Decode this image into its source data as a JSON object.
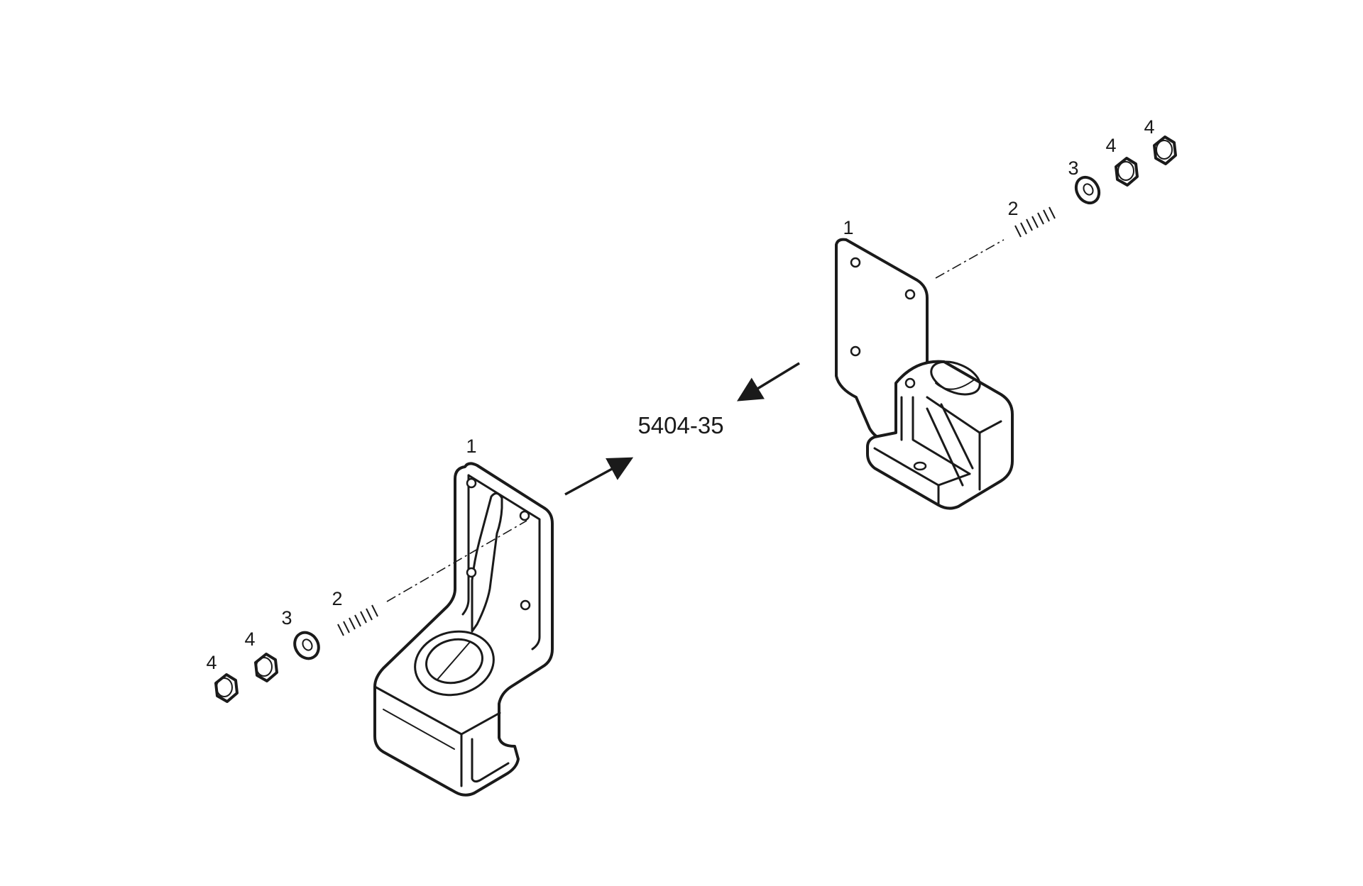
{
  "reference_code": "5404-35",
  "callouts": {
    "bracket": "1",
    "stud": "2",
    "washer": "3",
    "nut": "4"
  },
  "colors": {
    "line": "#1a1a1a",
    "background": "#ffffff"
  }
}
